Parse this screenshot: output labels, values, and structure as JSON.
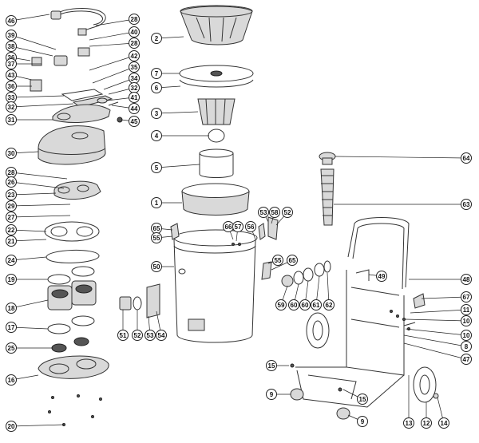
{
  "diagram": {
    "callouts": [
      {
        "label": "46"
      },
      {
        "label": "28"
      },
      {
        "label": "40"
      },
      {
        "label": "39"
      },
      {
        "label": "28"
      },
      {
        "label": "38"
      },
      {
        "label": "36"
      },
      {
        "label": "42"
      },
      {
        "label": "37"
      },
      {
        "label": "35"
      },
      {
        "label": "43"
      },
      {
        "label": "34"
      },
      {
        "label": "36"
      },
      {
        "label": "32"
      },
      {
        "label": "33"
      },
      {
        "label": "41"
      },
      {
        "label": "32"
      },
      {
        "label": "44"
      },
      {
        "label": "31"
      },
      {
        "label": "45"
      },
      {
        "label": "30"
      },
      {
        "label": "28"
      },
      {
        "label": "26"
      },
      {
        "label": "23"
      },
      {
        "label": "29"
      },
      {
        "label": "27"
      },
      {
        "label": "22"
      },
      {
        "label": "21"
      },
      {
        "label": "24"
      },
      {
        "label": "19"
      },
      {
        "label": "18"
      },
      {
        "label": "17"
      },
      {
        "label": "25"
      },
      {
        "label": "16"
      },
      {
        "label": "20"
      },
      {
        "label": "2"
      },
      {
        "label": "7"
      },
      {
        "label": "6"
      },
      {
        "label": "3"
      },
      {
        "label": "4"
      },
      {
        "label": "5"
      },
      {
        "label": "1"
      },
      {
        "label": "65"
      },
      {
        "label": "55"
      },
      {
        "label": "66"
      },
      {
        "label": "57"
      },
      {
        "label": "56"
      },
      {
        "label": "53"
      },
      {
        "label": "58"
      },
      {
        "label": "52"
      },
      {
        "label": "50"
      },
      {
        "label": "55"
      },
      {
        "label": "65"
      },
      {
        "label": "51"
      },
      {
        "label": "52"
      },
      {
        "label": "53"
      },
      {
        "label": "54"
      },
      {
        "label": "59"
      },
      {
        "label": "60"
      },
      {
        "label": "60"
      },
      {
        "label": "61"
      },
      {
        "label": "62"
      },
      {
        "label": "64"
      },
      {
        "label": "63"
      },
      {
        "label": "49"
      },
      {
        "label": "48"
      },
      {
        "label": "67"
      },
      {
        "label": "11"
      },
      {
        "label": "10"
      },
      {
        "label": "10"
      },
      {
        "label": "8"
      },
      {
        "label": "47"
      },
      {
        "label": "15"
      },
      {
        "label": "15"
      },
      {
        "label": "9"
      },
      {
        "label": "9"
      },
      {
        "label": "13"
      },
      {
        "label": "12"
      },
      {
        "label": "14"
      }
    ]
  }
}
